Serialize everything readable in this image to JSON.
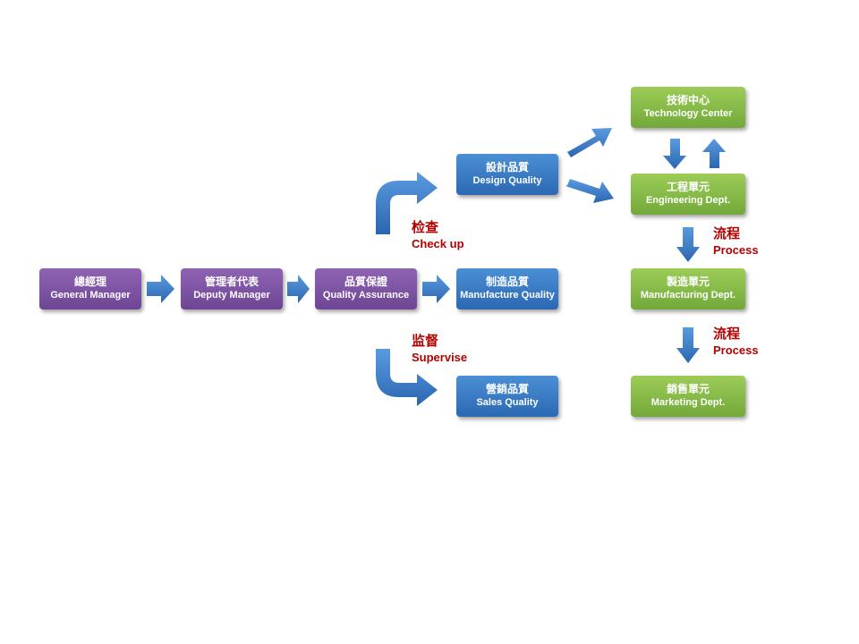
{
  "nodes": {
    "general_manager": {
      "zh": "總經理",
      "en": "General Manager"
    },
    "deputy_manager": {
      "zh": "管理者代表",
      "en": "Deputy Manager"
    },
    "quality_assurance": {
      "zh": "品質保證",
      "en": "Quality Assurance"
    },
    "design_quality": {
      "zh": "設計品質",
      "en": "Design Quality"
    },
    "manufacture_quality": {
      "zh": "制造品質",
      "en": "Manufacture Quality"
    },
    "sales_quality": {
      "zh": "營銷品質",
      "en": "Sales Quality"
    },
    "technology_center": {
      "zh": "技術中心",
      "en": "Technology Center"
    },
    "engineering_dept": {
      "zh": "工程單元",
      "en": "Engineering Dept."
    },
    "manufacturing_dept": {
      "zh": "製造單元",
      "en": "Manufacturing Dept."
    },
    "marketing_dept": {
      "zh": "銷售單元",
      "en": "Marketing Dept."
    }
  },
  "labels": {
    "check_up": {
      "zh": "检查",
      "en": "Check up"
    },
    "supervise": {
      "zh": "监督",
      "en": "Supervise"
    },
    "process_1": {
      "zh": "流程",
      "en": "Process"
    },
    "process_2": {
      "zh": "流程",
      "en": "Process"
    }
  },
  "colors": {
    "purple_box": "#7b51a3",
    "blue_box": "#3876c4",
    "green_box": "#86b948",
    "arrow_blue": "#3a7cc8",
    "label_red": "#b30000"
  }
}
